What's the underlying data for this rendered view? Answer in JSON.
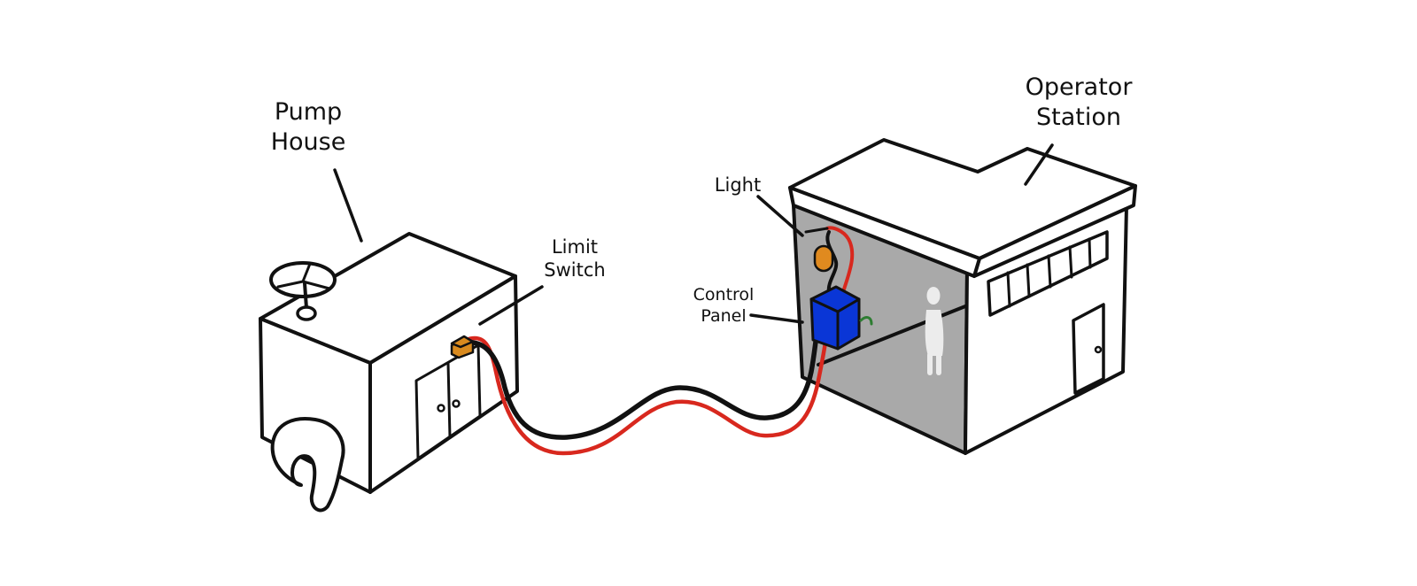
{
  "labels": {
    "pump_house": [
      "Pump",
      "House"
    ],
    "limit_switch": [
      "Limit",
      "Switch"
    ],
    "light": "Light",
    "control_panel": [
      "Control",
      "Panel"
    ],
    "operator_station": [
      "Operator",
      "Station"
    ]
  },
  "colors": {
    "outline": "#111111",
    "red_wire": "#d8281e",
    "black_wire": "#111111",
    "wall_gray": "#a9a9a9",
    "panel_blue": "#0a36d6",
    "switch_orange": "#d98a1e",
    "light_orange": "#e08a1f",
    "figure_white": "#ececec",
    "green_lead": "#2e7d32"
  }
}
